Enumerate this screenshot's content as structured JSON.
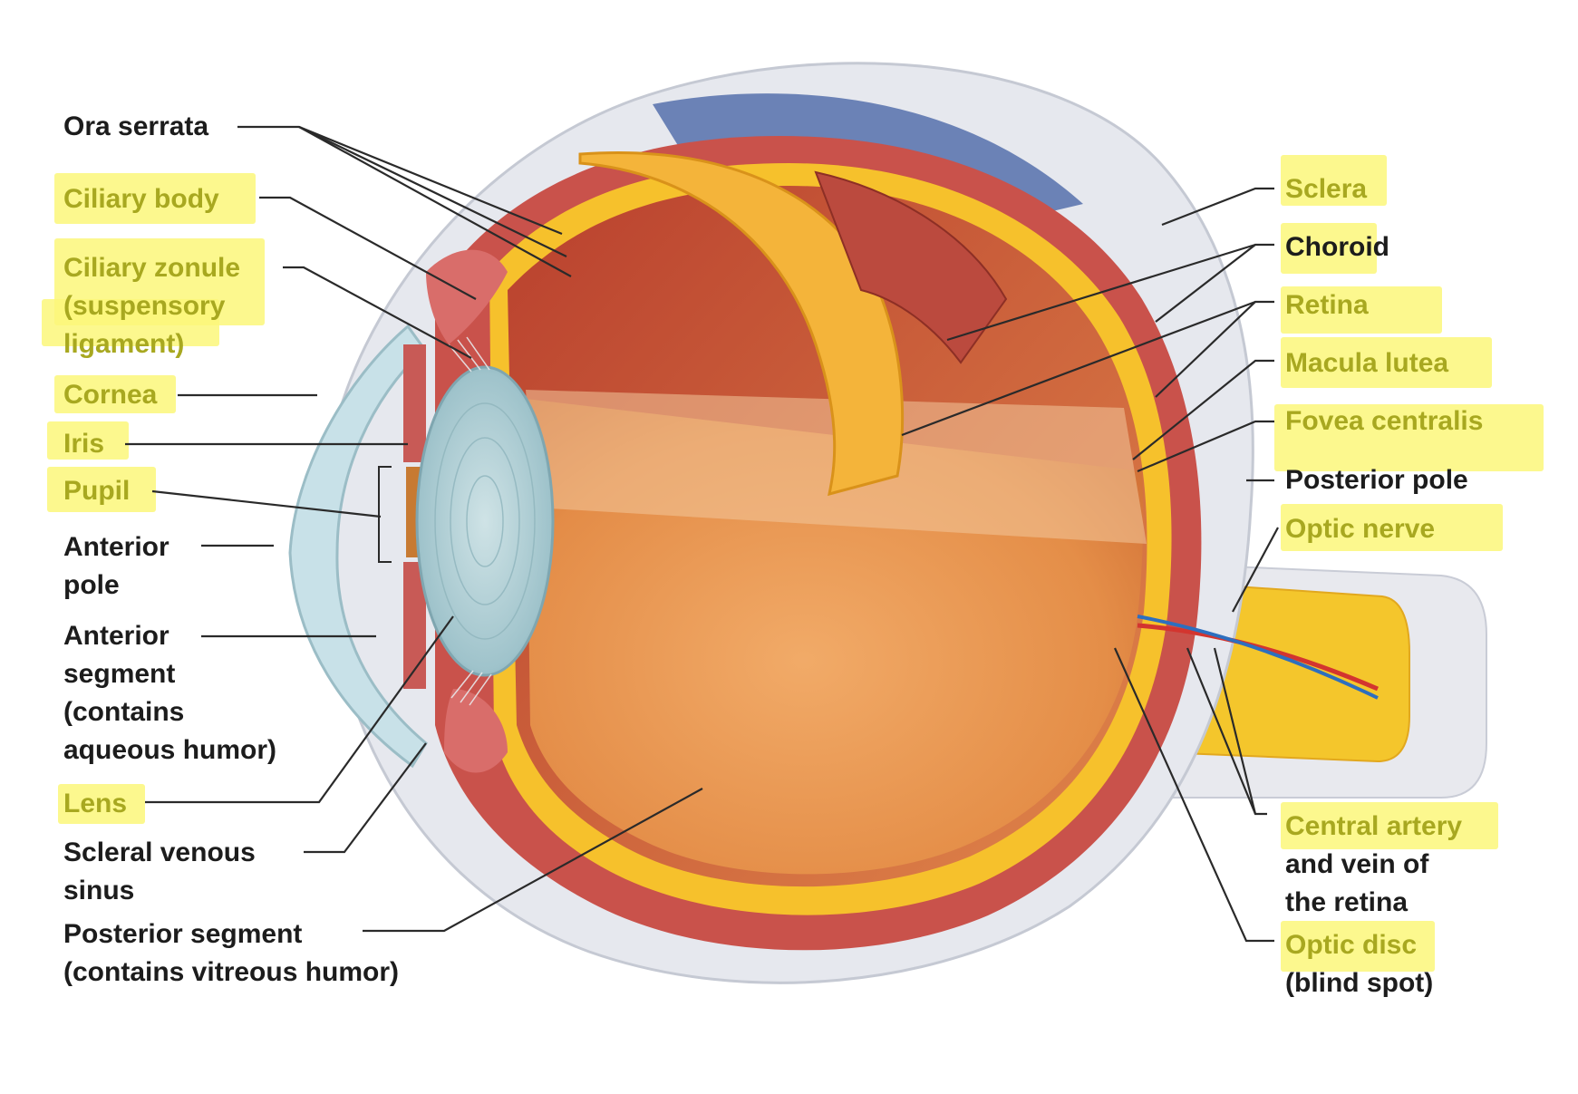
{
  "colors": {
    "highlight": "#fbf77a",
    "label_text": "#1c1c1c",
    "highlighted_text": "#a8a820",
    "leader_line": "#2a2a2a",
    "sclera": "#e4e6ec",
    "choroid": "#c8504a",
    "retina": "#f6c02a",
    "vitreous": "#e9954a",
    "lens": "#a9cbd2",
    "cornea": "#c5dde4",
    "blue_sclera_cut": "#6d82b5"
  },
  "labels_left": {
    "ora_serrata": "Ora serrata",
    "ciliary_body": "Ciliary body",
    "ciliary_zonule_1": "Ciliary zonule",
    "ciliary_zonule_2": "(suspensory",
    "ciliary_zonule_3": "ligament)",
    "cornea": "Cornea",
    "iris": "Iris",
    "pupil": "Pupil",
    "anterior_pole_1": "Anterior",
    "anterior_pole_2": "pole",
    "anterior_segment_1": "Anterior",
    "anterior_segment_2": "segment",
    "anterior_segment_3": "(contains",
    "anterior_segment_4": "aqueous humor)",
    "lens": "Lens",
    "scleral_sinus_1": "Scleral venous",
    "scleral_sinus_2": "sinus",
    "posterior_segment_1": "Posterior segment",
    "posterior_segment_2": "(contains vitreous humor)"
  },
  "labels_right": {
    "sclera": "Sclera",
    "choroid": "Choroid",
    "retina": "Retina",
    "macula_lutea": "Macula lutea",
    "fovea_centralis": "Fovea centralis",
    "posterior_pole": "Posterior pole",
    "optic_nerve": "Optic nerve",
    "central_artery_1": "Central artery",
    "central_artery_2": "and vein of",
    "central_artery_3": "the retina",
    "optic_disc_1": "Optic disc",
    "optic_disc_2": "(blind spot)"
  }
}
